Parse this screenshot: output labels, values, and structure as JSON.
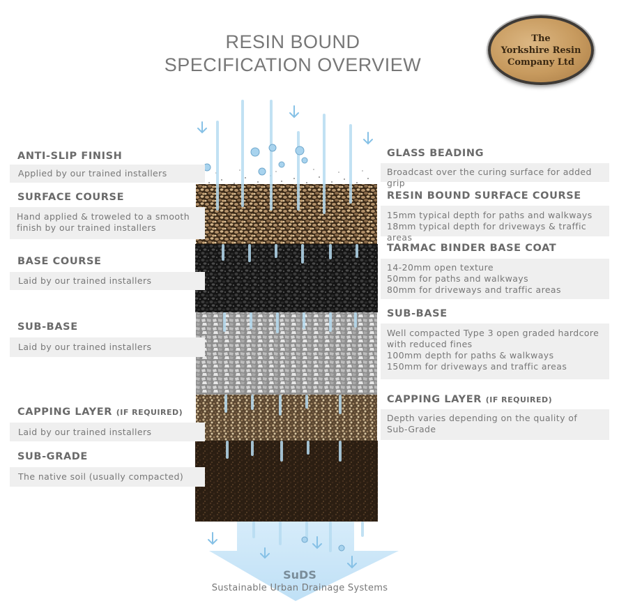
{
  "title": {
    "line1": "RESIN BOUND",
    "line2": "SPECIFICATION OVERVIEW"
  },
  "logo": {
    "line1": "The",
    "line2": "Yorkshire Resin",
    "line3": "Company Ltd"
  },
  "left": [
    {
      "heading": "ANTI-SLIP FINISH",
      "body": [
        "Applied by our trained installers"
      ]
    },
    {
      "heading": "SURFACE COURSE",
      "body": [
        "Hand applied & troweled to a smooth",
        "finish by our trained installers"
      ]
    },
    {
      "heading": "BASE COURSE",
      "body": [
        "Laid by our trained installers"
      ]
    },
    {
      "heading": "SUB-BASE",
      "body": [
        "Laid by our trained installers"
      ]
    },
    {
      "heading": "CAPPING LAYER",
      "heading_small": "(IF REQUIRED)",
      "body": [
        "Laid by our trained installers"
      ]
    },
    {
      "heading": "SUB-GRADE",
      "body": [
        "The native soil (usually compacted)"
      ]
    }
  ],
  "right": [
    {
      "heading": "GLASS BEADING",
      "body": [
        "Broadcast over the curing surface for added grip"
      ]
    },
    {
      "heading": "RESIN BOUND SURFACE COURSE",
      "body": [
        "15mm typical depth for paths and walkways",
        "18mm typical depth for driveways & traffic areas"
      ]
    },
    {
      "heading": "TARMAC BINDER BASE COAT",
      "body": [
        "14-20mm open texture",
        "50mm for paths and walkways",
        "80mm for driveways and traffic areas"
      ]
    },
    {
      "heading": "SUB-BASE",
      "body": [
        "Well compacted Type 3 open graded hardcore",
        "with reduced fines",
        "100mm depth for paths & walkways",
        "150mm for driveways and traffic areas"
      ]
    },
    {
      "heading": "CAPPING LAYER",
      "heading_small": "(IF REQUIRED)",
      "body": [
        "Depth varies depending on the quality of",
        "Sub-Grade"
      ]
    }
  ],
  "suds": {
    "label": "SuDS",
    "subtitle": "Sustainable Urban Drainage Systems"
  },
  "colors": {
    "water": "#9fc9e4",
    "water_arrow": "#86c1e6",
    "panel": "#efefef",
    "heading": "#6a6a6a",
    "body_text": "#777777"
  }
}
